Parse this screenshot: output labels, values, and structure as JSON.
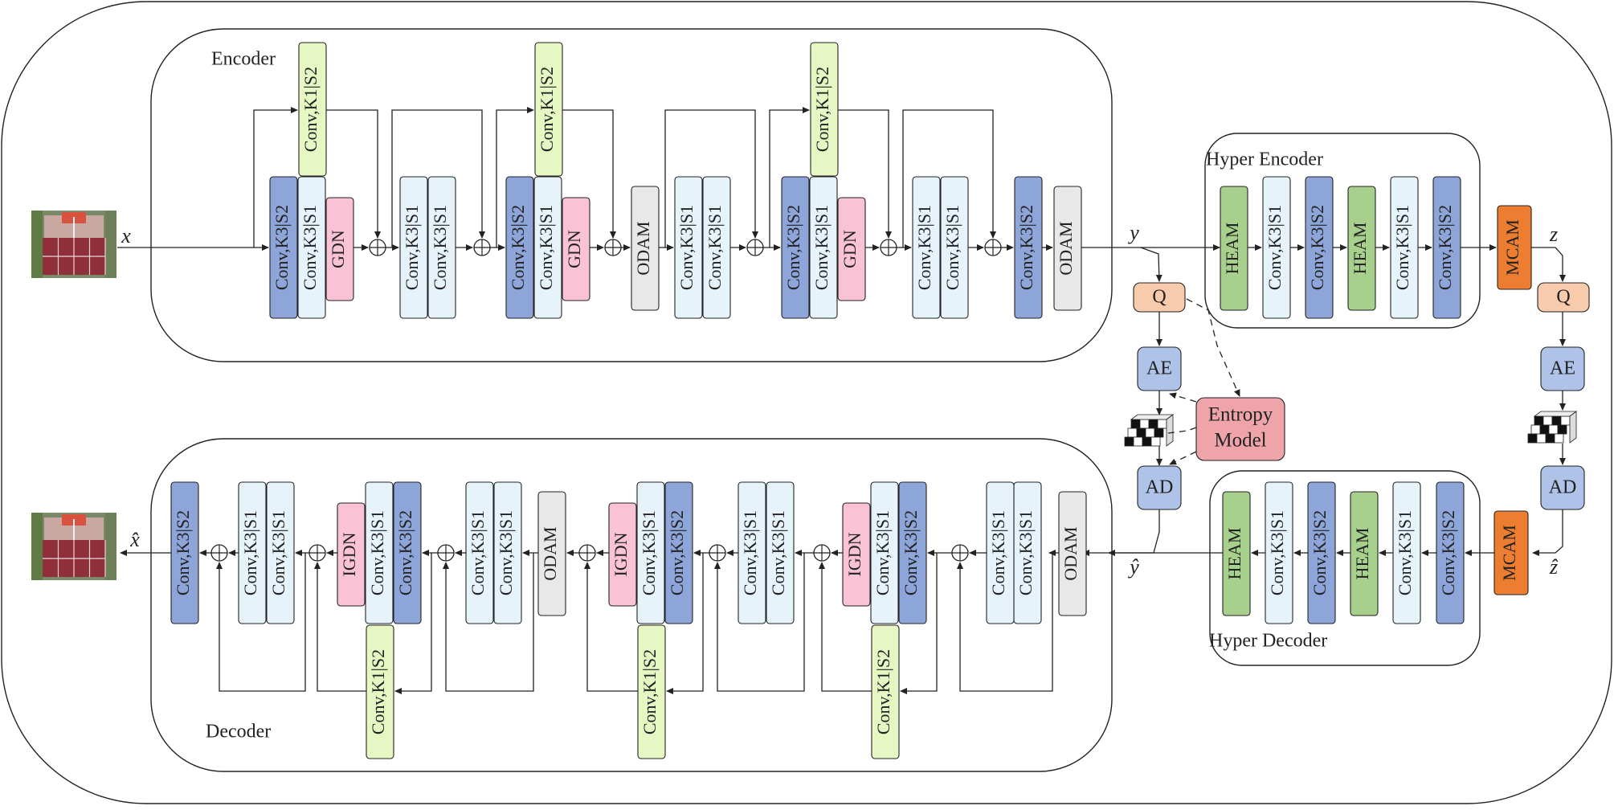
{
  "labels": {
    "encoder": "Encoder",
    "decoder": "Decoder",
    "hyper_encoder": "Hyper Encoder",
    "hyper_decoder": "Hyper Decoder",
    "entropy_model_line1": "Entropy",
    "entropy_model_line2": "Model",
    "q": "Q",
    "ae": "AE",
    "ad": "AD",
    "mcam": "MCAM"
  },
  "signals": {
    "x": "x",
    "x_hat": "x̂",
    "y": "y",
    "y_hat": "ŷ",
    "z": "z",
    "z_hat": "ẑ"
  },
  "block_text": {
    "conv_k3_s2": "Conv,K3|S2",
    "conv_k3_s1": "Conv,K3|S1",
    "conv_k1_s2": "Conv,K1|S2",
    "gdn": "GDN",
    "igdn": "IGDN",
    "odam": "ODAM",
    "heam": "HEAM"
  },
  "colors": {
    "conv_k3_s2": "#8EA5D9",
    "conv_k3_s1": "#E6F3FA",
    "conv_k1_s2": "#E6F7C4",
    "gdn": "#F9C3D5",
    "odam": "#E8E8E8",
    "heam": "#A8D08D",
    "mcam": "#ED7D31",
    "q": "#F8CBAD",
    "ae_ad": "#AFC3E8",
    "entropy_model": "#EFA4A9"
  },
  "images": {
    "input": "aerial-tennis-courts-image",
    "output": "reconstructed-aerial-tennis-courts-image"
  }
}
